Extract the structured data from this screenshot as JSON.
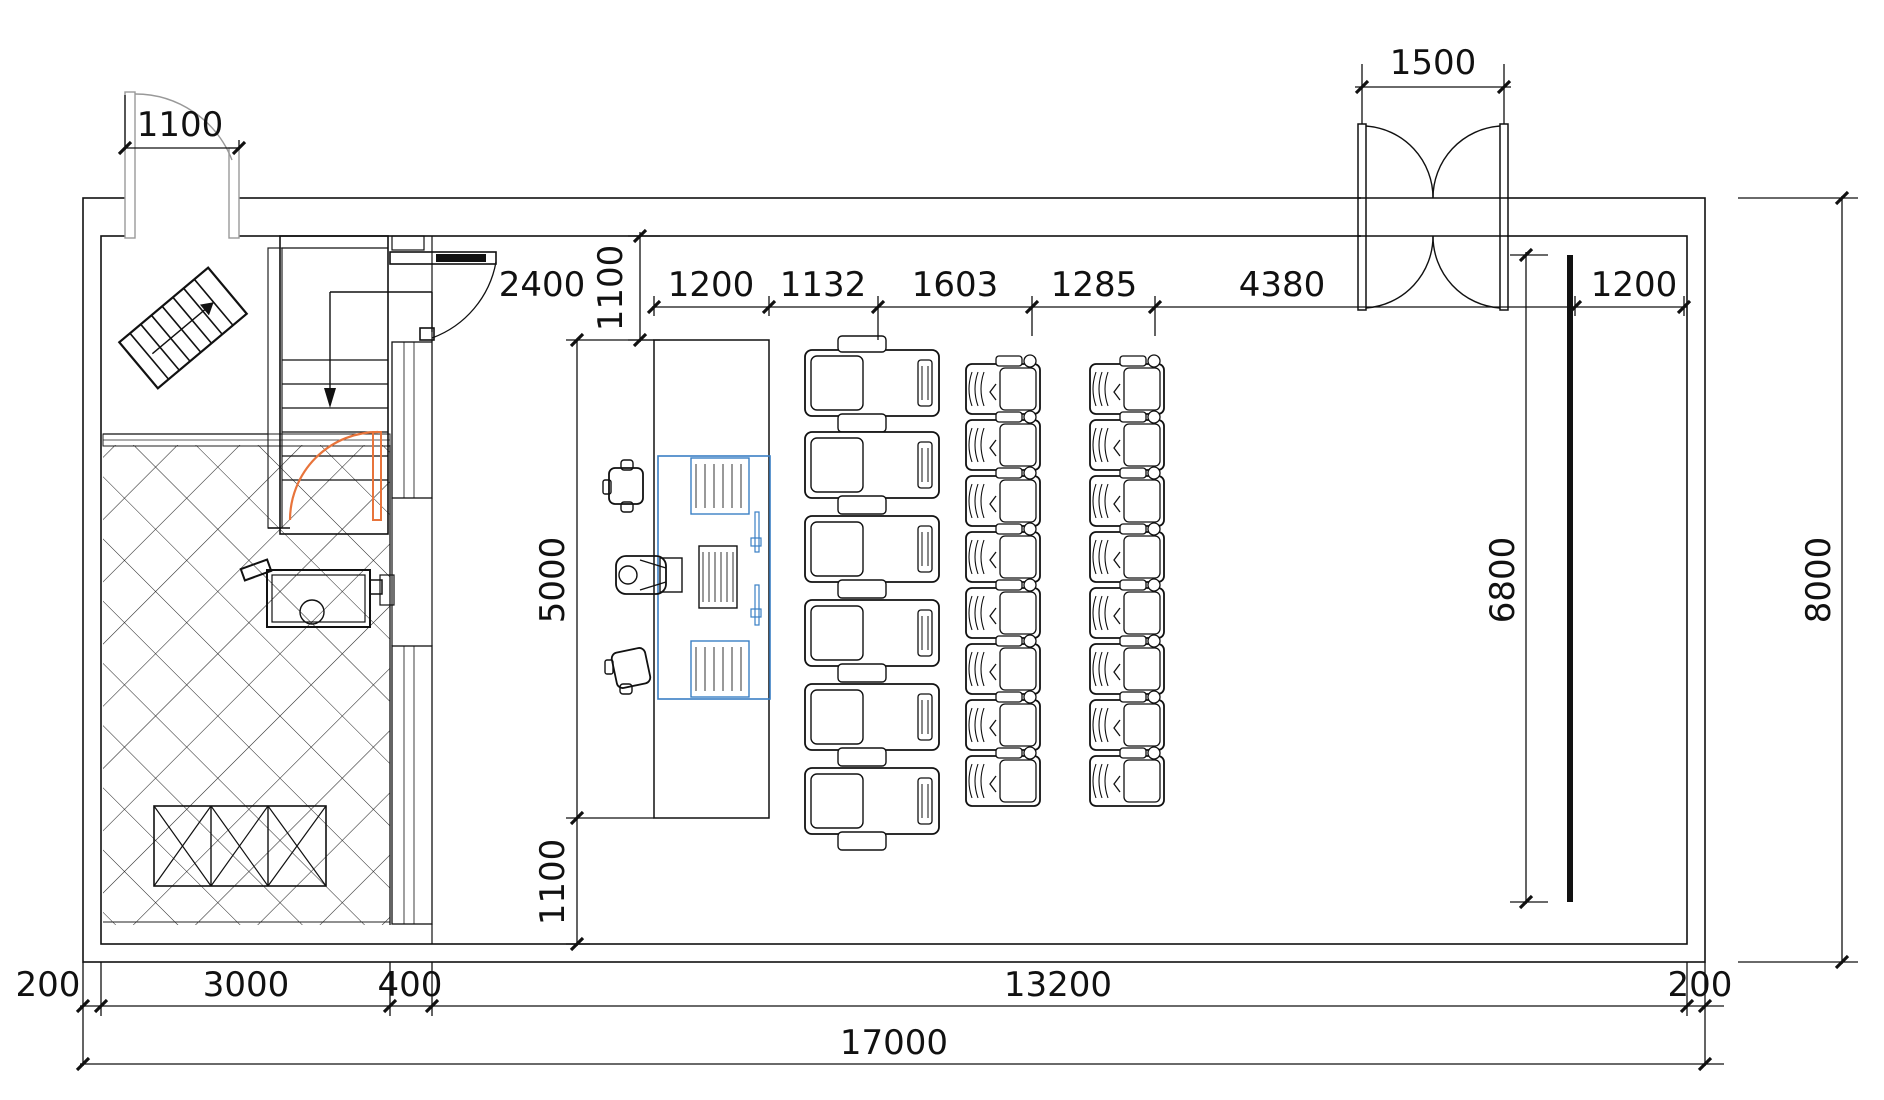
{
  "dimensions": {
    "top_1100": "1100",
    "top_1500": "1500",
    "top_2400": "2400",
    "top_1100_v": "1100",
    "top_1200_a": "1200",
    "top_1132": "1132",
    "top_1603": "1603",
    "top_1285": "1285",
    "top_4380": "4380",
    "top_1200_b": "1200",
    "left_5000": "5000",
    "left_1100": "1100",
    "right_6800": "6800",
    "right_8000": "8000",
    "bottom_200_a": "200",
    "bottom_3000": "3000",
    "bottom_400": "400",
    "bottom_13200": "13200",
    "bottom_200_b": "200",
    "bottom_17000": "17000"
  },
  "colors": {
    "line": "#111111",
    "door_swing": "#e8743b",
    "console": "#3a7fc4"
  }
}
